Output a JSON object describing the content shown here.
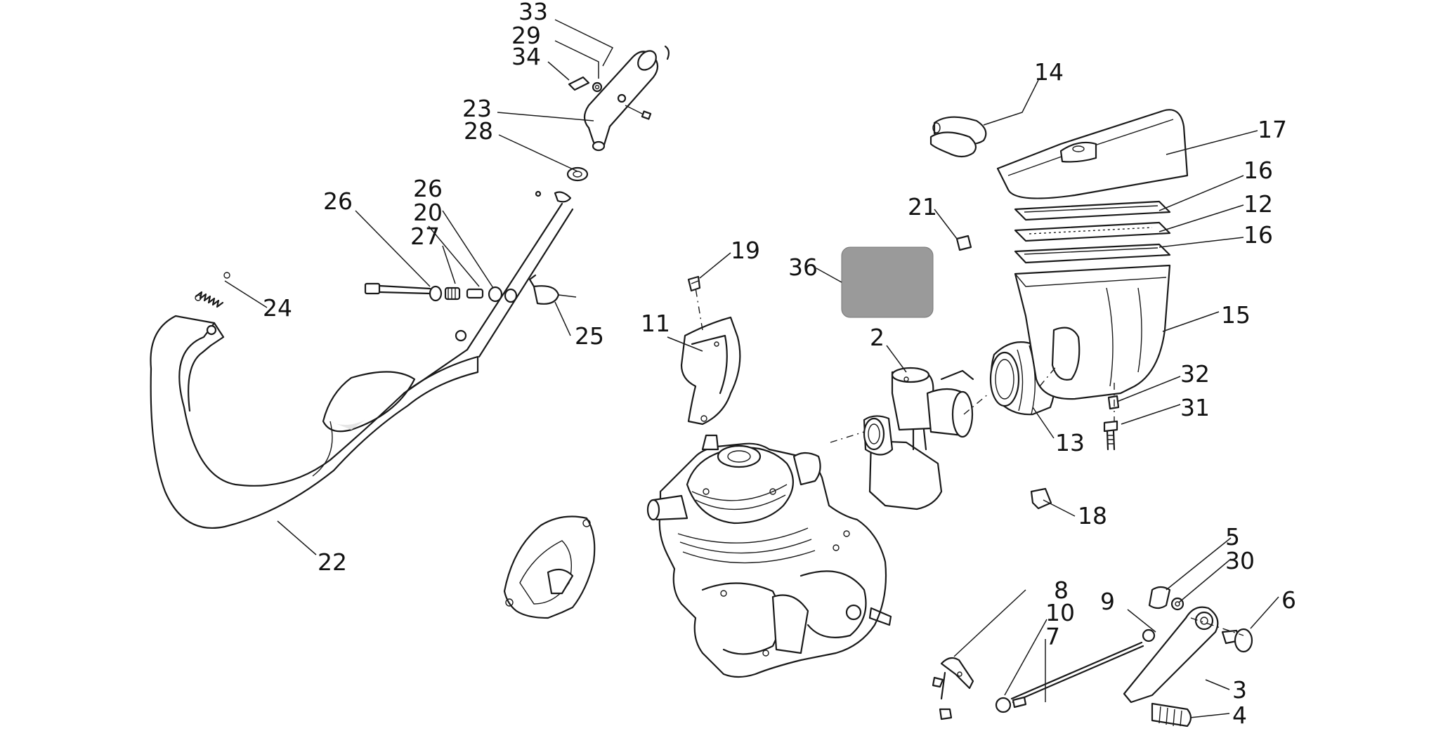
{
  "diagram": {
    "colors": {
      "background": "#ffffff",
      "ink": "#1a1a1a",
      "placeholder_box": "#9a9a9a"
    },
    "parts": [
      {
        "id": "p1",
        "label": "33"
      },
      {
        "id": "p2",
        "label": "29"
      },
      {
        "id": "p3",
        "label": "34"
      },
      {
        "id": "p4",
        "label": "23"
      },
      {
        "id": "p5",
        "label": "28"
      },
      {
        "id": "p6",
        "label": "14"
      },
      {
        "id": "p7",
        "label": "17"
      },
      {
        "id": "p8",
        "label": "16"
      },
      {
        "id": "p9",
        "label": "12"
      },
      {
        "id": "p10",
        "label": "16"
      },
      {
        "id": "p11",
        "label": "26"
      },
      {
        "id": "p12",
        "label": "26"
      },
      {
        "id": "p13",
        "label": "20"
      },
      {
        "id": "p14",
        "label": "27"
      },
      {
        "id": "p15",
        "label": "21"
      },
      {
        "id": "p16",
        "label": "19"
      },
      {
        "id": "p17",
        "label": "36"
      },
      {
        "id": "p18",
        "label": "24"
      },
      {
        "id": "p19",
        "label": "25"
      },
      {
        "id": "p20",
        "label": "11"
      },
      {
        "id": "p21",
        "label": "2"
      },
      {
        "id": "p22",
        "label": "15"
      },
      {
        "id": "p23",
        "label": "32"
      },
      {
        "id": "p24",
        "label": "31"
      },
      {
        "id": "p25",
        "label": "13"
      },
      {
        "id": "p26",
        "label": "18"
      },
      {
        "id": "p27",
        "label": "22"
      },
      {
        "id": "p28",
        "label": "5"
      },
      {
        "id": "p29",
        "label": "30"
      },
      {
        "id": "p30",
        "label": "8"
      },
      {
        "id": "p31",
        "label": "9"
      },
      {
        "id": "p32",
        "label": "6"
      },
      {
        "id": "p33",
        "label": "10"
      },
      {
        "id": "p34",
        "label": "7"
      },
      {
        "id": "p35",
        "label": "3"
      },
      {
        "id": "p36",
        "label": "4"
      }
    ]
  }
}
